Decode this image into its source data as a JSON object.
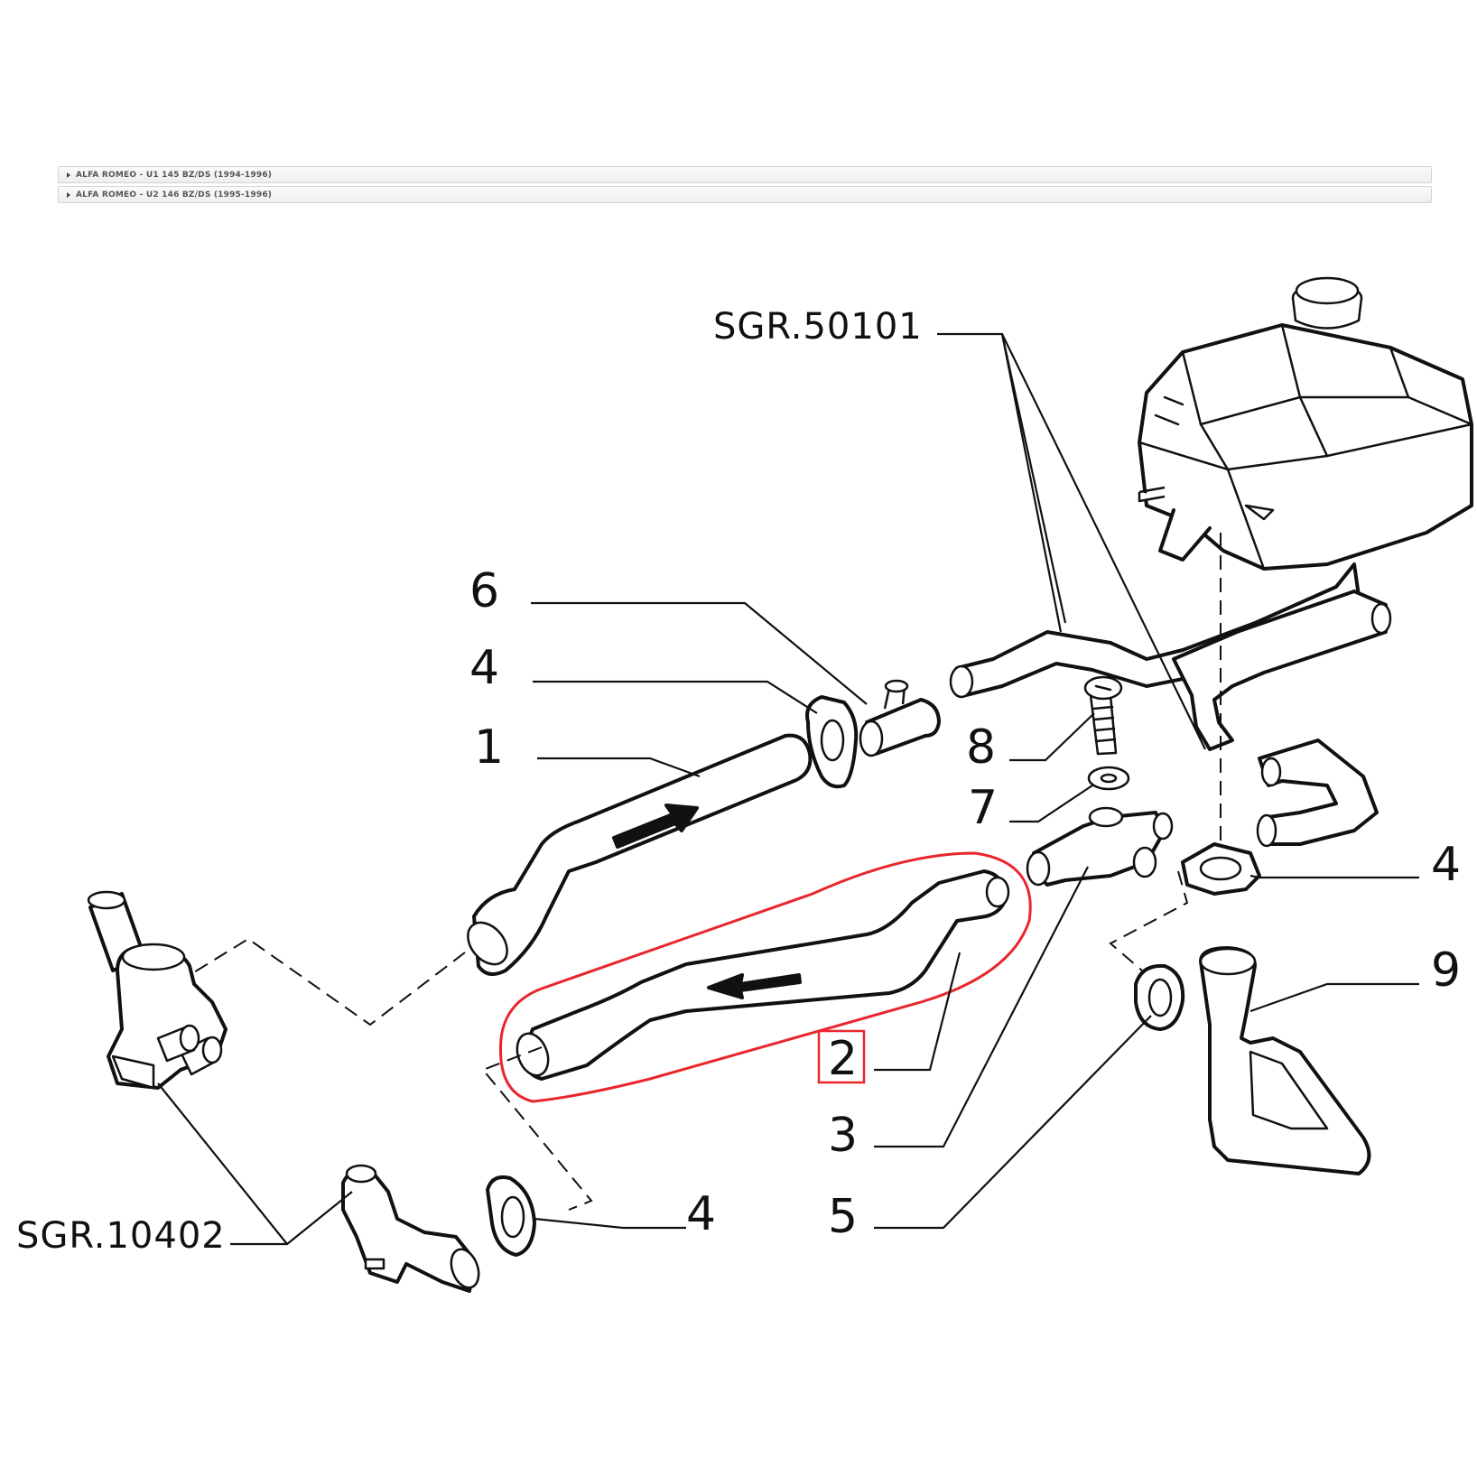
{
  "model_list": [
    {
      "label": "ALFA ROMEO - U1 145 BZ/DS (1994-1996)"
    },
    {
      "label": "ALFA ROMEO - U2 146 BZ/DS (1995-1996)"
    }
  ],
  "diagram": {
    "callouts": {
      "c6": "6",
      "c4a": "4",
      "c1": "1",
      "c8": "8",
      "c7": "7",
      "c4b": "4",
      "c9": "9",
      "c2": "2",
      "c3": "3",
      "c5": "5",
      "c4c": "4"
    },
    "refs": {
      "top": "SGR.50101",
      "left": "SGR.10402"
    },
    "highlight_color": "#e8262c",
    "highlighted_part": "2"
  }
}
